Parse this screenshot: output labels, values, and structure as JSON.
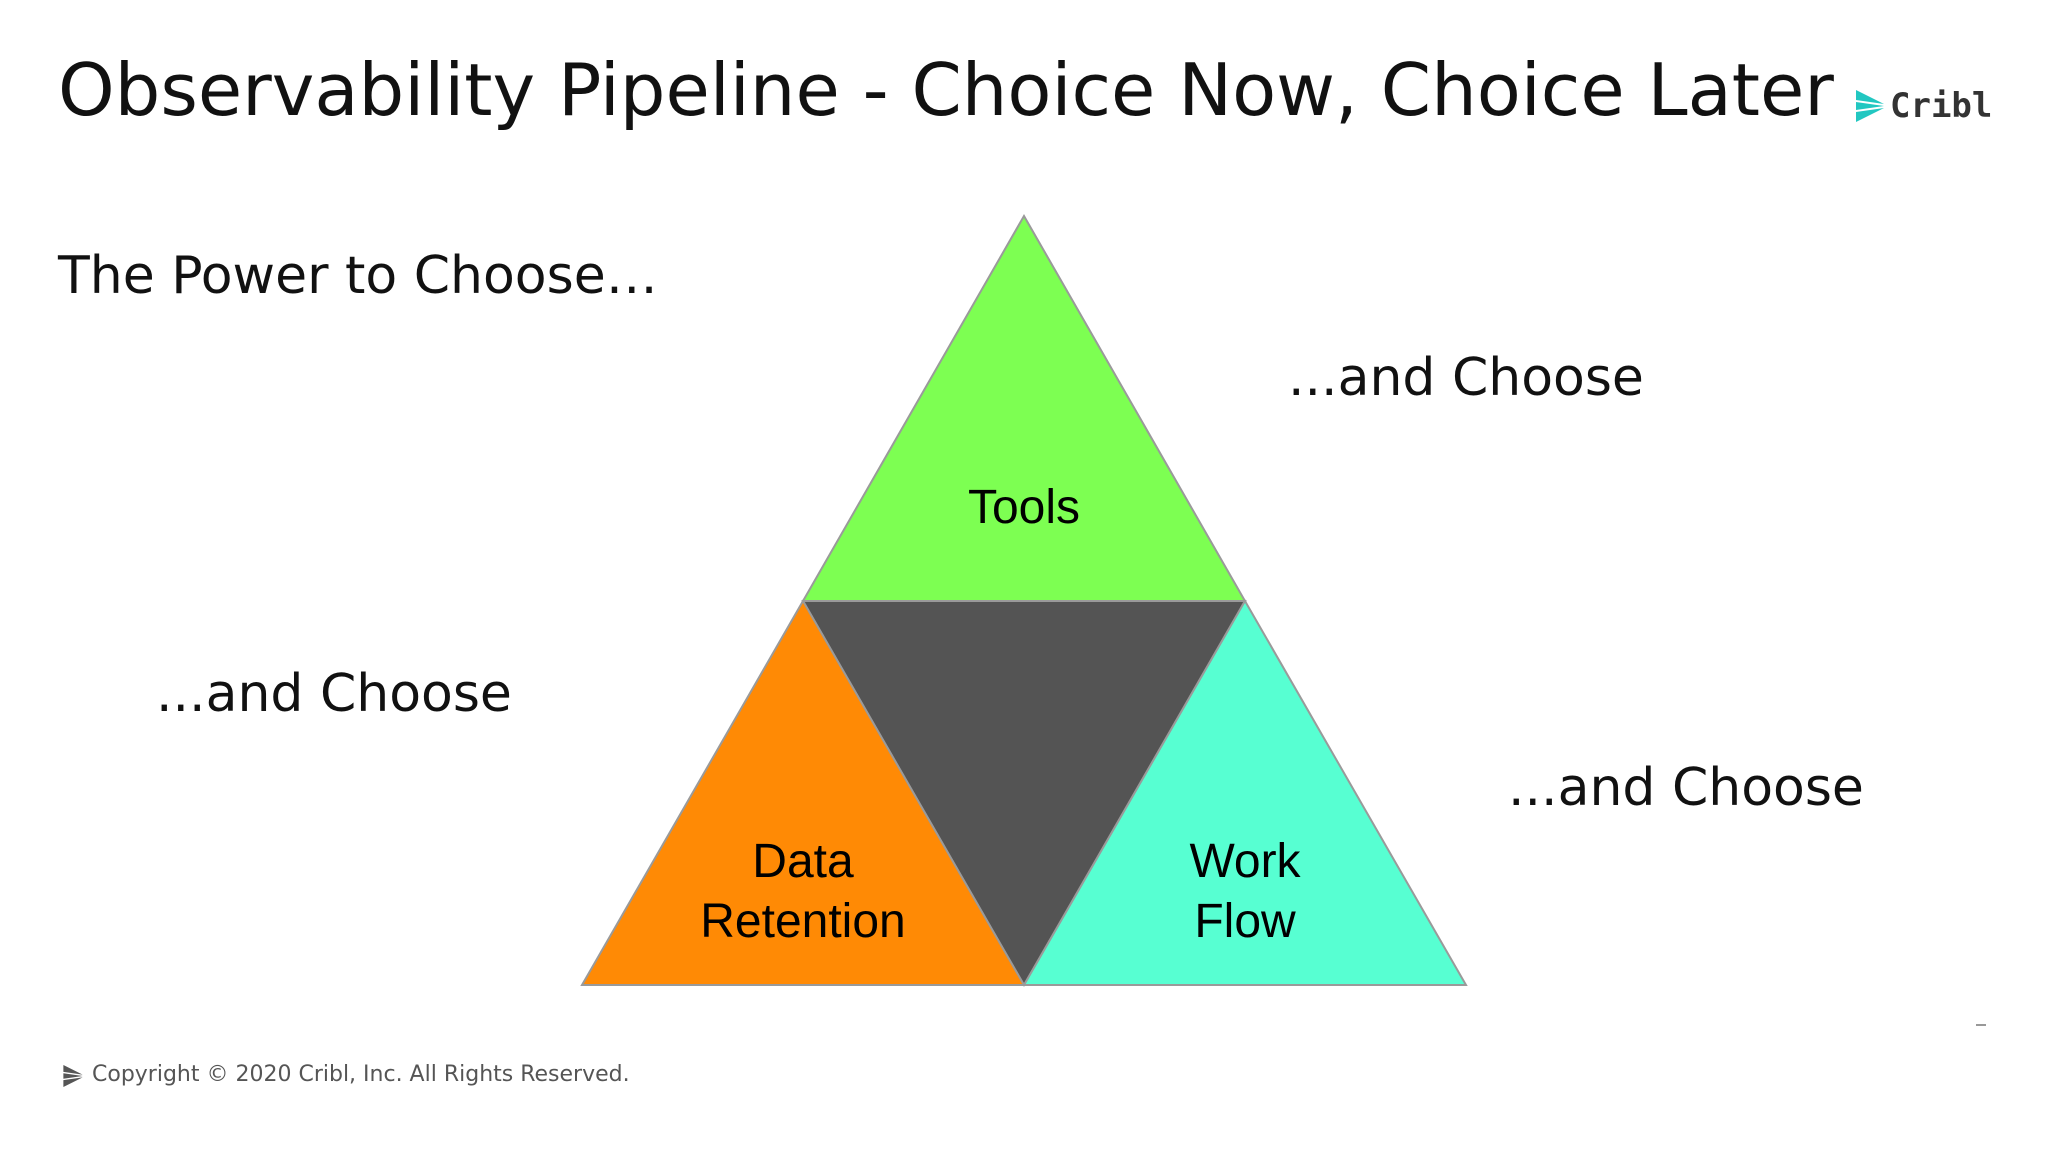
{
  "slide": {
    "title": "Observability Pipeline - Choice Now, Choice Later",
    "subtitle": "The Power to Choose…",
    "choose_top_right": "...and Choose",
    "choose_left": "...and Choose",
    "choose_bottom_right": "...and Choose"
  },
  "logo": {
    "text": "Cribl",
    "icon": "cribl-logo-icon",
    "color": "#22c7c1"
  },
  "diagram": {
    "top": {
      "label": "Tools",
      "color": "#7dff52"
    },
    "center": {
      "color": "#545454"
    },
    "bottom_left": {
      "label_line1": "Data",
      "label_line2": "Retention",
      "color": "#ff8a05"
    },
    "bottom_right": {
      "label_line1": "Work",
      "label_line2": "Flow",
      "color": "#57ffd2"
    }
  },
  "footer": {
    "copyright": "Copyright © 2020 Cribl, Inc. All Rights Reserved.",
    "icon": "cribl-small-logo-icon"
  }
}
